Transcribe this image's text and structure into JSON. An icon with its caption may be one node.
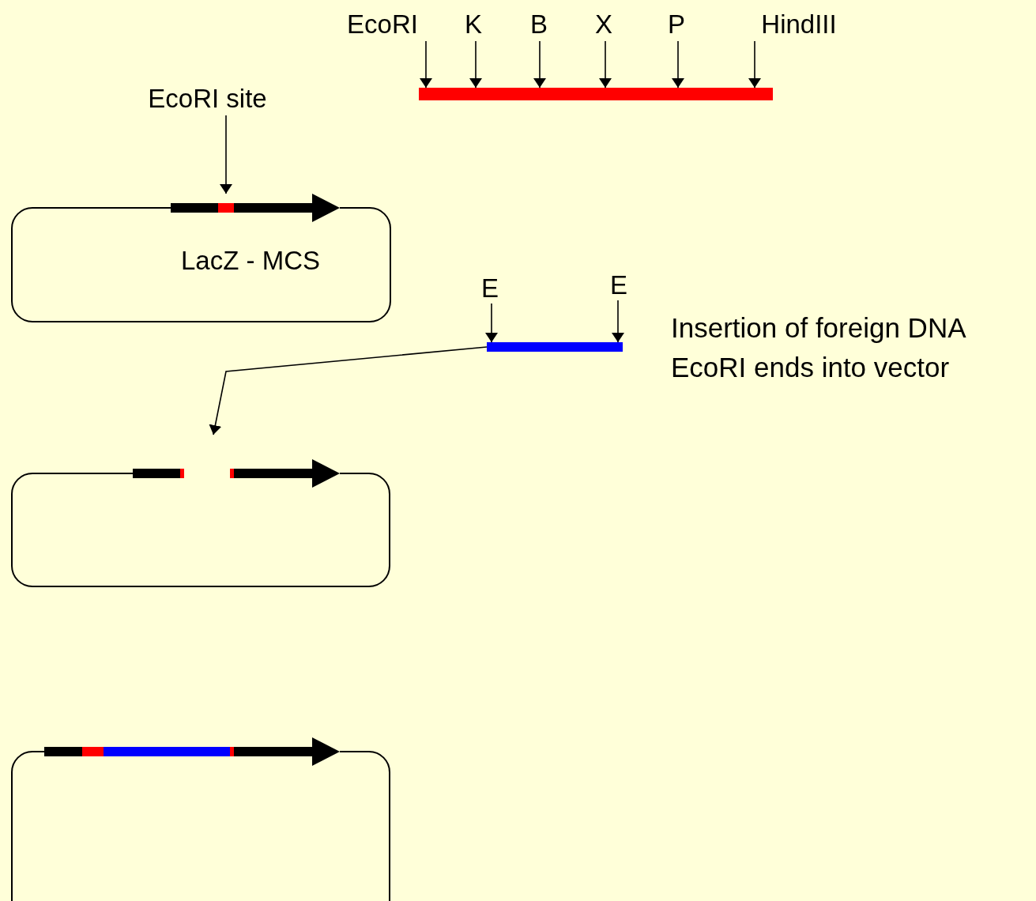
{
  "diagram": {
    "nodes": [
      {
        "text": [
          "EcoRI"
        ]
      },
      {
        "text": [
          "K"
        ]
      },
      {
        "text": [
          "B"
        ]
      },
      {
        "text": [
          "X"
        ]
      },
      {
        "text": [
          "P"
        ]
      },
      {
        "text": [
          "HindIII"
        ]
      },
      {
        "text": [],
        "shape": "bar"
      },
      {
        "text": [
          "EcoRI site"
        ]
      },
      {
        "text": [
          "LacZ - MCS"
        ]
      },
      {
        "text": [
          "E"
        ]
      },
      {
        "text": [
          "E"
        ]
      },
      {
        "text": [],
        "shape": "bar"
      },
      {
        "text": [],
        "shape": "box"
      },
      {
        "text": [],
        "shape": "box"
      }
    ],
    "edges": [
      {
        "from": 0,
        "to": 6,
        "arrow": "to"
      },
      {
        "from": 1,
        "to": 6,
        "arrow": "to"
      },
      {
        "from": 2,
        "to": 6,
        "arrow": "to"
      },
      {
        "from": 3,
        "to": 6,
        "arrow": "to"
      },
      {
        "from": 4,
        "to": 6,
        "arrow": "to"
      },
      {
        "from": 5,
        "to": 6,
        "arrow": "to"
      },
      {
        "from": 7,
        "to": 8,
        "arrow": "to"
      },
      {
        "from": 9,
        "to": 11,
        "arrow": "to"
      },
      {
        "from": 10,
        "to": 11,
        "arrow": "to"
      },
      {
        "from": 11,
        "to": 12,
        "arrow": "to"
      }
    ],
    "labels": [
      "Insertion of foreign DNA EcoRI ends into vector"
    ]
  }
}
